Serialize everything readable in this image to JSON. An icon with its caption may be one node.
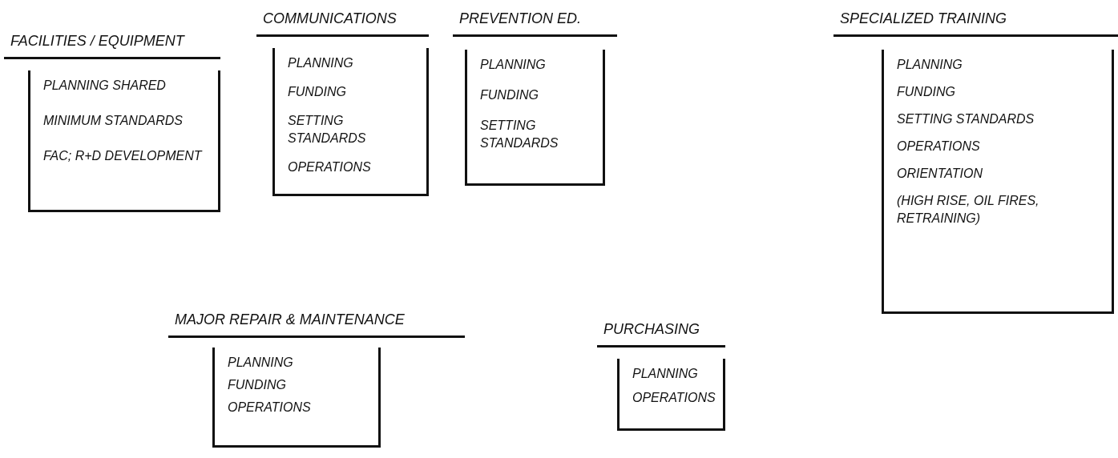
{
  "diagram": {
    "nodes": [
      {
        "text": [
          "FACILITIES / EQUIPMENT",
          "PLANNING SHARED",
          "MINIMUM STANDARDS",
          "FAC; R+D DEVELOPMENT"
        ]
      },
      {
        "text": [
          "COMMUNICATIONS",
          "PLANNING",
          "FUNDING",
          "SETTING STANDARDS",
          "OPERATIONS"
        ]
      },
      {
        "text": [
          "PREVENTION ED.",
          "PLANNING",
          "FUNDING",
          "SETTING STANDARDS"
        ]
      },
      {
        "text": [
          "SPECIALIZED TRAINING",
          "PLANNING",
          "FUNDING",
          "SETTING STANDARDS",
          "OPERATIONS",
          "ORIENTATION",
          "(HIGH RISE, OIL FIRES, RETRAINING)"
        ]
      },
      {
        "text": [
          "MAJOR REPAIR & MAINTENANCE",
          "PLANNING",
          "FUNDING",
          "OPERATIONS"
        ]
      },
      {
        "text": [
          "PURCHASING",
          "PLANNING",
          "OPERATIONS"
        ]
      }
    ]
  }
}
